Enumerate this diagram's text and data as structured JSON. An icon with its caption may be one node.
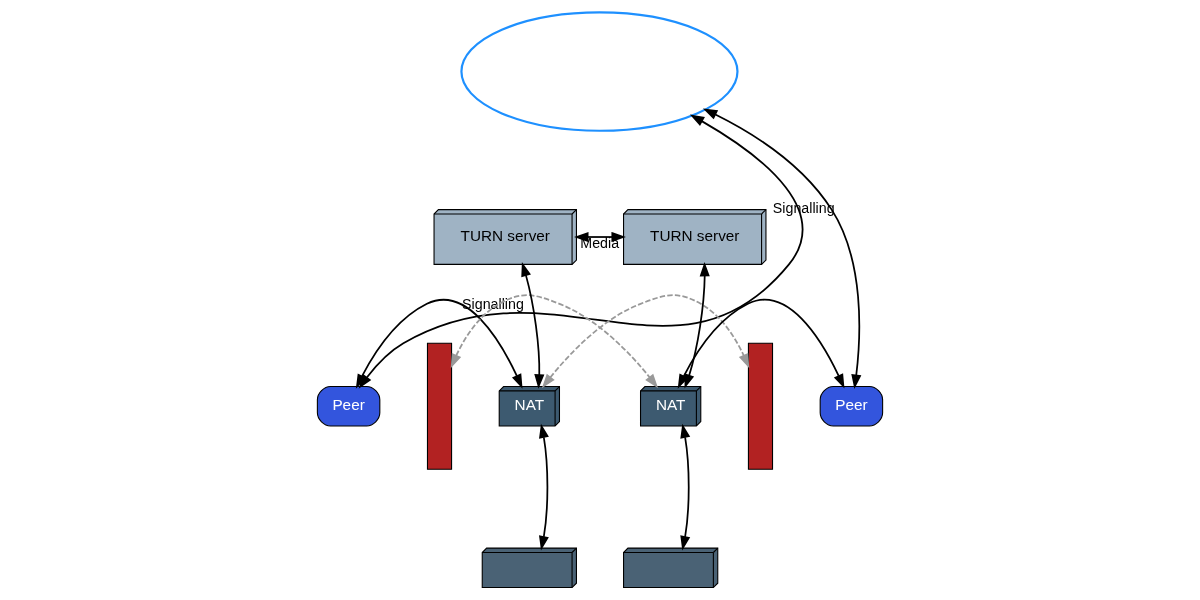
{
  "diagram": {
    "nodes": [
      {
        "text": [],
        "shape": "cloud"
      },
      {
        "text": [
          "TURN server"
        ]
      },
      {
        "text": [
          "TURN server"
        ]
      },
      {
        "text": [
          "Peer"
        ]
      },
      {
        "text": [],
        "shape": "bar"
      },
      {
        "text": [
          "NAT"
        ]
      },
      {
        "text": [
          "NAT"
        ]
      },
      {
        "text": [],
        "shape": "bar"
      },
      {
        "text": [
          "Peer"
        ]
      },
      {
        "text": [],
        "shape": "picture"
      },
      {
        "text": [],
        "shape": "picture"
      }
    ],
    "edges": [
      {
        "from": 0,
        "to": 3,
        "arrow": "both",
        "label": "Signalling"
      },
      {
        "from": 0,
        "to": 8,
        "arrow": "both",
        "label": "Signalling"
      },
      {
        "from": 1,
        "to": 2,
        "arrow": "both",
        "label": "Media"
      },
      {
        "from": 5,
        "to": 1,
        "arrow": "both"
      },
      {
        "from": 6,
        "to": 2,
        "arrow": "both"
      },
      {
        "from": 3,
        "to": 5,
        "arrow": "both"
      },
      {
        "from": 6,
        "to": 8,
        "arrow": "both"
      },
      {
        "from": 5,
        "to": 9,
        "arrow": "both"
      },
      {
        "from": 6,
        "to": 10,
        "arrow": "both"
      },
      {
        "from": 4,
        "to": 6,
        "arrow": "both",
        "style": "dashed",
        "color": "#999999"
      },
      {
        "from": 5,
        "to": 7,
        "arrow": "both",
        "style": "dashed",
        "color": "#999999"
      }
    ]
  }
}
